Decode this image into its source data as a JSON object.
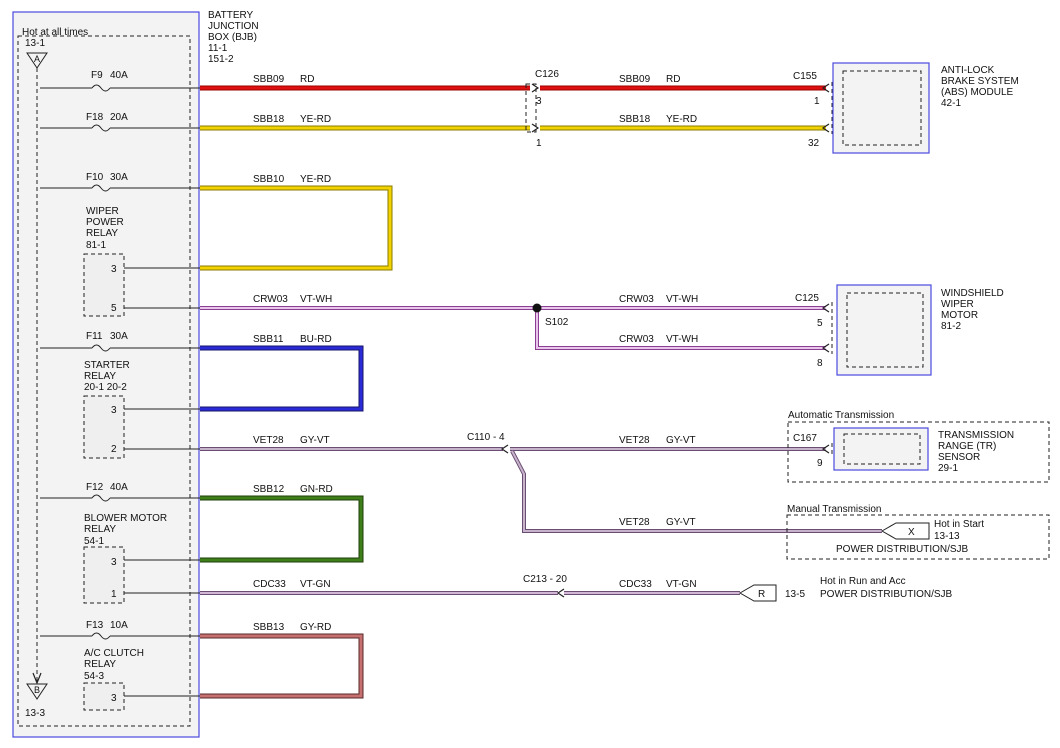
{
  "bjb": {
    "title": [
      "BATTERY",
      "JUNCTION",
      "BOX (BJB)"
    ],
    "refs": [
      "11-1",
      "151-2"
    ],
    "hot_label": "Hot at all times",
    "top_ref": "13-1",
    "top_connector": "A",
    "bottom_connector": "B",
    "bottom_ref": "13-3"
  },
  "fuses": [
    {
      "id": "F9",
      "amps": "40A"
    },
    {
      "id": "F18",
      "amps": "20A"
    },
    {
      "id": "F10",
      "amps": "30A"
    },
    {
      "id": "F11",
      "amps": "30A"
    },
    {
      "id": "F12",
      "amps": "40A"
    },
    {
      "id": "F13",
      "amps": "10A"
    }
  ],
  "relays": [
    {
      "name": [
        "WIPER",
        "POWER",
        "RELAY"
      ],
      "ref": "81-1",
      "pins": [
        "3",
        "5"
      ]
    },
    {
      "name": [
        "STARTER",
        "RELAY"
      ],
      "ref": "20-1   20-2",
      "pins": [
        "3",
        "2"
      ]
    },
    {
      "name": [
        "BLOWER MOTOR",
        "RELAY"
      ],
      "ref": "54-1",
      "pins": [
        "3",
        "1"
      ]
    },
    {
      "name": [
        "A/C CLUTCH",
        "RELAY"
      ],
      "ref": "54-3",
      "pins": [
        "3"
      ]
    }
  ],
  "wires": [
    {
      "circuit": "SBB09",
      "color": "RD"
    },
    {
      "circuit": "SBB18",
      "color": "YE-RD"
    },
    {
      "circuit": "SBB10",
      "color": "YE-RD"
    },
    {
      "circuit": "CRW03",
      "color": "VT-WH"
    },
    {
      "circuit": "SBB11",
      "color": "BU-RD"
    },
    {
      "circuit": "VET28",
      "color": "GY-VT"
    },
    {
      "circuit": "SBB12",
      "color": "GN-RD"
    },
    {
      "circuit": "CDC33",
      "color": "VT-GN"
    },
    {
      "circuit": "SBB13",
      "color": "GY-RD"
    }
  ],
  "connectors": {
    "c126": {
      "label": "C126",
      "pin_top": "3",
      "pin_bottom": "1"
    },
    "c155": {
      "label": "C155",
      "pin_top": "1",
      "pin_bottom": "32"
    },
    "s102": {
      "label": "S102"
    },
    "c125": {
      "label": "C125",
      "pin_top": "5",
      "pin_bottom": "8"
    },
    "c110": {
      "label": "C110  -  4"
    },
    "c167": {
      "label": "C167",
      "pin": "9"
    },
    "c213": {
      "label": "C213  -  20"
    }
  },
  "components": {
    "abs": {
      "name": [
        "ANTI-LOCK",
        "BRAKE SYSTEM",
        "(ABS) MODULE"
      ],
      "ref": "42-1"
    },
    "wiper_motor": {
      "name": [
        "WINDSHIELD",
        "WIPER",
        "MOTOR"
      ],
      "ref": "81-2"
    },
    "tr_sensor": {
      "name": [
        "TRANSMISSION",
        "RANGE (TR)",
        "SENSOR"
      ],
      "ref": "29-1"
    },
    "auto_trans": "Automatic Transmission",
    "manual_trans": "Manual Transmission",
    "x_conn": {
      "letter": "X",
      "title": "Hot in Start",
      "ref": "13-13",
      "dest": "POWER DISTRIBUTION/SJB"
    },
    "r_conn": {
      "letter": "R",
      "title": "Hot in Run and Acc",
      "ref": "13-5",
      "dest": "POWER DISTRIBUTION/SJB"
    }
  },
  "wire_colors": {
    "red": "#e01010",
    "yellow": "#f2d200",
    "yellow_edge": "#8a7a00",
    "violet": "#d7a6dc",
    "violet_edge": "#8b3e92",
    "blue": "#2a2ad6",
    "blue_edge": "#15156a",
    "gray_violet": "#b8a0c0",
    "gray_violet_edge": "#6a4e72",
    "green": "#3f7f1a",
    "green_edge": "#1d3f0a",
    "gray_red": "#c77070",
    "gray_red_edge": "#5a2a2a"
  }
}
